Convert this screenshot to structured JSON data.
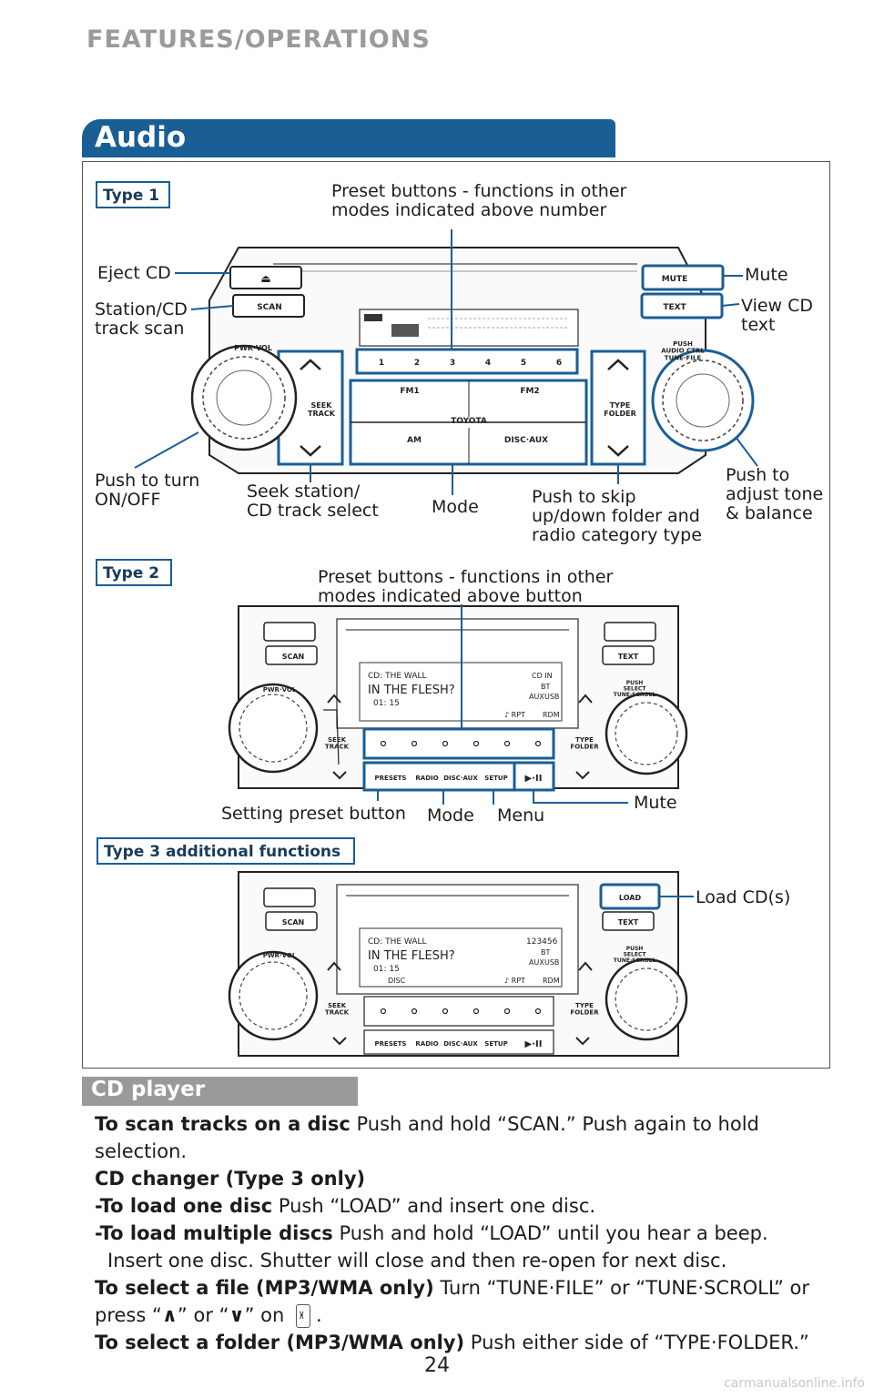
{
  "header": {
    "section": "FEATURES/OPERATIONS",
    "banner": "Audio"
  },
  "type1": {
    "tag": "Type 1",
    "labels": {
      "preset": "Preset buttons - functions in other\nmodes indicated above number",
      "eject": "Eject CD",
      "scan": "Station/CD\ntrack scan",
      "mute": "Mute",
      "view_text": "View CD\ntext",
      "power": "Push to turn\nON/OFF",
      "seek": "Seek station/\nCD track select",
      "mode": "Mode",
      "skip": "Push to skip\nup/down folder and\nradio category type",
      "tone": "Push to\nadjust tone\n& balance"
    },
    "unit": {
      "btn_mute": "MUTE",
      "btn_text": "TEXT",
      "btn_scan": "SCAN",
      "pwr": "PWR·VOL",
      "seek": "SEEK\nTRACK",
      "type": "TYPE\nFOLDER",
      "tune": "PUSH\nAUDIO CTRL\nTUNE·FILE",
      "presets": [
        "1",
        "2",
        "3",
        "4",
        "5",
        "6"
      ],
      "fm1": "FM1",
      "fm2": "FM2",
      "brand": "TOYOTA",
      "am": "AM",
      "disc_aux": "DISC·AUX"
    }
  },
  "type2": {
    "tag": "Type 2",
    "labels": {
      "preset": "Preset buttons - functions in other\nmodes indicated above button",
      "setting": "Setting preset button",
      "mode": "Mode",
      "menu": "Menu",
      "mute": "Mute"
    },
    "unit": {
      "btn_scan": "SCAN",
      "btn_text": "TEXT",
      "pwr": "PWR·VOL",
      "seek": "SEEK\nTRACK",
      "type": "TYPE\nFOLDER",
      "tune": "PUSH\nSELECT\nTUNE·SCROLL",
      "disp_line1": "CD:  THE  WALL",
      "disp_line2": "IN  THE  FLESH?",
      "disp_line3": "01: 15",
      "disp_rpt": "♪ RPT",
      "disp_rdm": "RDM",
      "disp_cdin": "CD IN",
      "disp_bt": "BT",
      "disp_aux": "AUX",
      "disp_usb": "USB",
      "bottom": [
        "PRESETS",
        "RADIO",
        "DISC·AUX",
        "SETUP",
        "▶·II"
      ]
    }
  },
  "type3": {
    "tag": "Type 3 additional functions",
    "labels": {
      "load": "Load CD(s)"
    },
    "unit": {
      "btn_load": "LOAD",
      "disp_disc": "DISC",
      "disc_slots": "123456"
    }
  },
  "cd": {
    "banner": "CD player",
    "p1_b": "To scan tracks on a disc",
    "p1": " Push and hold “SCAN.” Push again to hold selection.",
    "p2_b": "CD changer (Type 3 only)",
    "p3_b": "-To load one disc",
    "p3": " Push “LOAD” and insert one disc.",
    "p4_b": "-To load multiple discs",
    "p4": " Push and hold “LOAD” until you hear a beep.",
    "p4b": "Insert one disc. Shutter will close and then re-open for next disc.",
    "p5_b": "To select a file (MP3/WMA only)",
    "p5": " Turn “TUNE·FILE” or “TUNE·SCROLL” or",
    "p6a": "press “",
    "p6_up": "∧",
    "p6b": "” or “",
    "p6_dn": "∨",
    "p6c": "” on",
    "p6d": ".",
    "p7_b": "To select a folder (MP3/WMA only)",
    "p7": " Push either side of “TYPE·FOLDER.”"
  },
  "footer": {
    "page": "24",
    "watermark": "carmanualsonline.info"
  },
  "colors": {
    "accent": "#1a5e96",
    "gray": "#9a9a9a"
  }
}
